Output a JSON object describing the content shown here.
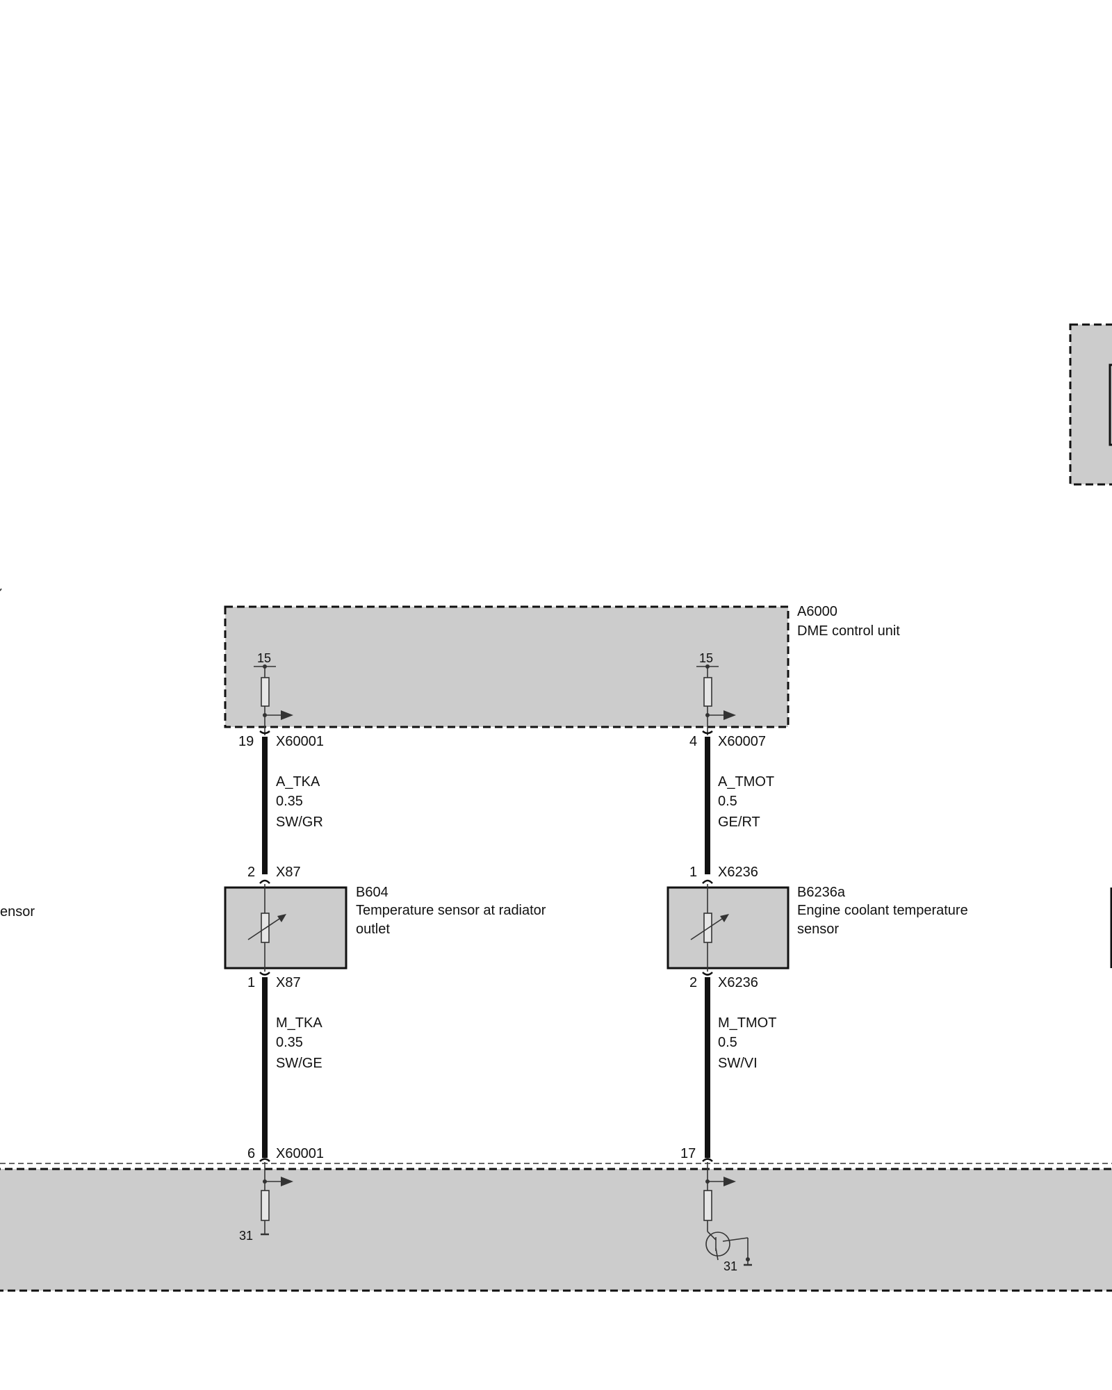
{
  "dme": {
    "id": "A6000",
    "name": "DME control unit",
    "supply_left": "15",
    "supply_right": "15"
  },
  "dme_bottom": {
    "ground_left": "31",
    "ground_right": "31"
  },
  "left_branch": {
    "pin_top": "19",
    "connector_top": "X60001",
    "wire_top_signal": "A_TKA",
    "wire_top_size": "0.35",
    "wire_top_color": "SW/GR",
    "sensor_pin_top": "2",
    "sensor_connector_top": "X87",
    "sensor_id": "B604",
    "sensor_name_line1": "Temperature sensor at radiator",
    "sensor_name_line2": "outlet",
    "sensor_pin_bottom": "1",
    "sensor_connector_bottom": "X87",
    "wire_bottom_signal": "M_TKA",
    "wire_bottom_size": "0.35",
    "wire_bottom_color": "SW/GE",
    "pin_bottom": "6",
    "connector_bottom": "X60001"
  },
  "right_branch": {
    "pin_top": "4",
    "connector_top": "X60007",
    "wire_top_signal": "A_TMOT",
    "wire_top_size": "0.5",
    "wire_top_color": "GE/RT",
    "sensor_pin_top": "1",
    "sensor_connector_top": "X6236",
    "sensor_id": "B6236a",
    "sensor_name_line1": "Engine coolant temperature",
    "sensor_name_line2": "sensor",
    "sensor_pin_bottom": "2",
    "sensor_connector_bottom": "X6236",
    "wire_bottom_signal": "M_TMOT",
    "wire_bottom_size": "0.5",
    "wire_bottom_color": "SW/VI",
    "pin_bottom": "17"
  },
  "left_cut": {
    "label_fragment": "ensor"
  }
}
